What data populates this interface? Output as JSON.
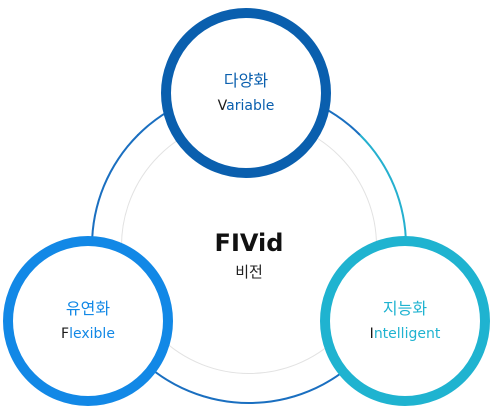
{
  "center": {
    "title": "FIVid",
    "subtitle": "비전"
  },
  "nodes": {
    "top": {
      "korean": "다양화",
      "english_first": "V",
      "english_rest": "ariable",
      "color": "#0a5fae"
    },
    "left": {
      "korean": "유연화",
      "english_first": "F",
      "english_rest": "lexible",
      "color": "#1288e6"
    },
    "right": {
      "korean": "지능화",
      "english_first": "I",
      "english_rest": "ntelligent",
      "color": "#1fb3d0"
    }
  },
  "colors": {
    "ring": "#1a6fc0",
    "ring_right_segment": "#25b0cf",
    "inner_ring": "#e2e2e2",
    "center_text": "#111111"
  }
}
